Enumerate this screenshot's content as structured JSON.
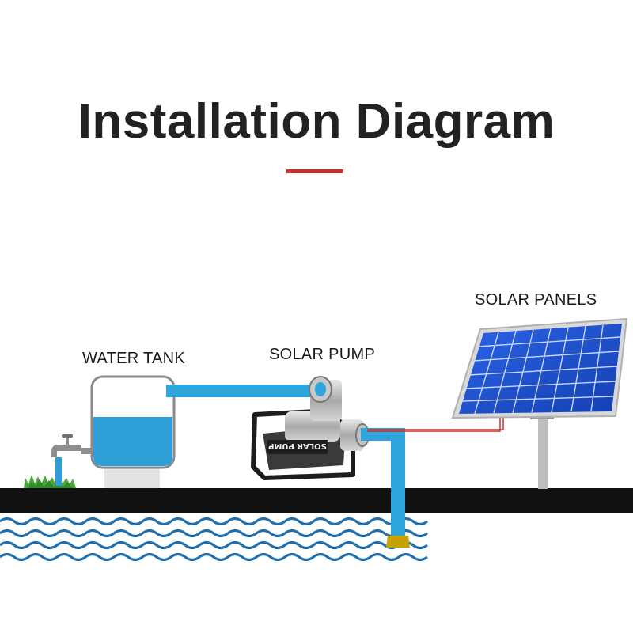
{
  "title": "Installation Diagram",
  "labels": {
    "water_tank": "WATER TANK",
    "solar_pump": "SOLAR PUMP",
    "solar_panels": "SOLAR PANELS"
  },
  "pump_body_text": "SOLAR PUMP",
  "colors": {
    "title": "#222222",
    "accent": "#c9302c",
    "water": "#2e9fd6",
    "pipe": "#2ea5dc",
    "ground": "#111111",
    "wave": "#1f6fae",
    "panel": "#1a4fd6",
    "grass": "#4aa83a",
    "foot_valve": "#c8a200"
  }
}
